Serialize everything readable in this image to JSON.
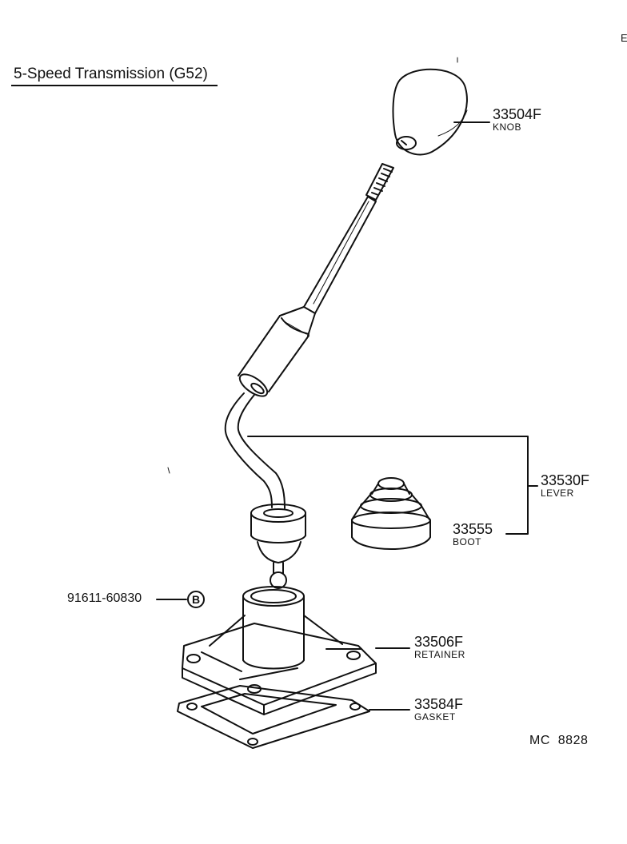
{
  "diagram": {
    "title": "5-Speed Transmission (G52)",
    "corner_mark": "E",
    "code": "MC  8828",
    "parts": [
      {
        "id": "knob",
        "number": "33504F",
        "label": "KNOB"
      },
      {
        "id": "lever",
        "number": "33530F",
        "label": "LEVER"
      },
      {
        "id": "boot",
        "number": "33555",
        "label": "BOOT"
      },
      {
        "id": "bolt",
        "number": "91611-60830",
        "label": "",
        "marker": "B"
      },
      {
        "id": "retainer",
        "number": "33506F",
        "label": "RETAINER"
      },
      {
        "id": "gasket",
        "number": "33584F",
        "label": "GASKET"
      }
    ]
  }
}
